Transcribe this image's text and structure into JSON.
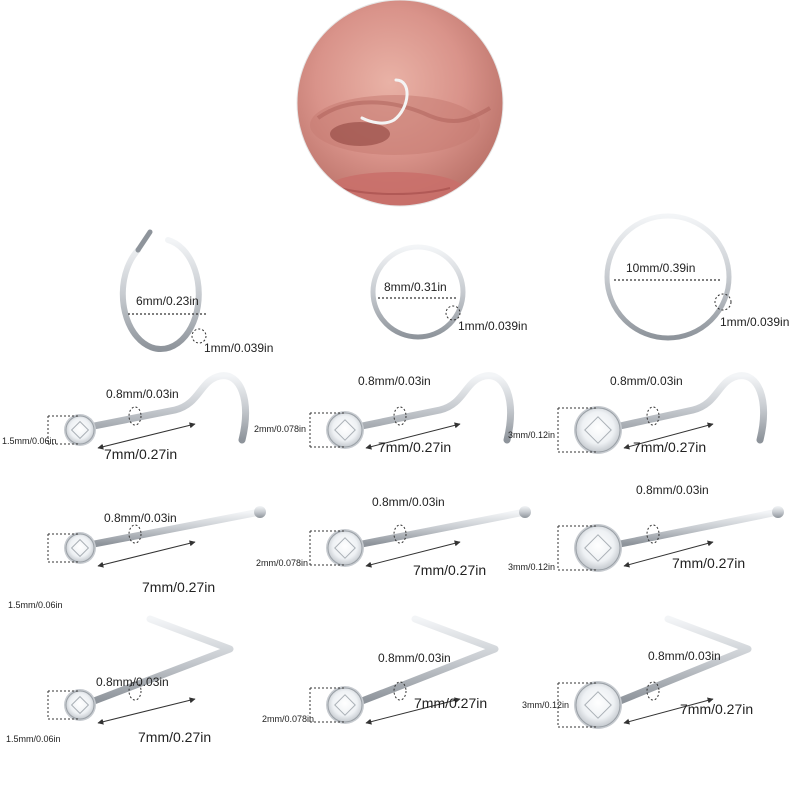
{
  "colors": {
    "background": "#ffffff",
    "metal": "#c7cbd0",
    "metal_dark": "#8e949b",
    "metal_light": "#f3f5f7",
    "skin": "#d9938a",
    "skin_dark": "#a85c55"
  },
  "hoops": [
    {
      "diameter": "6mm/0.23in",
      "thickness": "1mm/0.039in"
    },
    {
      "diameter": "8mm/0.31in",
      "thickness": "1mm/0.039in"
    },
    {
      "diameter": "10mm/0.39in",
      "thickness": "1mm/0.039in"
    }
  ],
  "studs": {
    "wire_gauge": "0.8mm/0.03in",
    "post_length": "7mm/0.27in",
    "gem_sizes": [
      "1.5mm/0.06in",
      "2mm/0.078in",
      "3mm/0.12in"
    ],
    "rows": [
      {
        "style": "screw",
        "icon": "nose-screw-stud-icon"
      },
      {
        "style": "straight",
        "icon": "nose-bone-stud-icon"
      },
      {
        "style": "l-shape",
        "icon": "l-shaped-stud-icon"
      }
    ]
  }
}
